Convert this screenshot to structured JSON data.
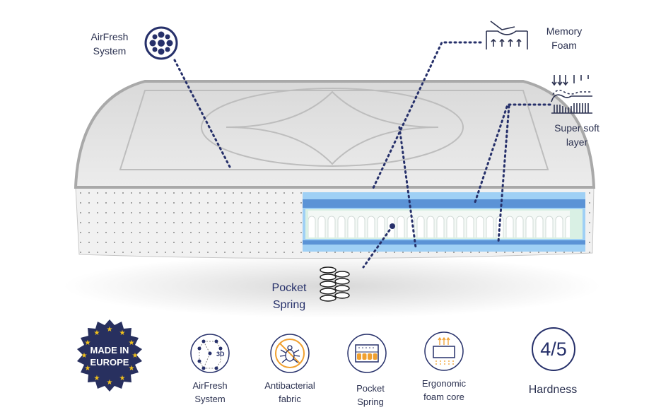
{
  "callouts": {
    "airfresh": {
      "line1": "AirFresh",
      "line2": "System",
      "icon": "airfresh-icon"
    },
    "memory_foam": {
      "line1": "Memory",
      "line2": "Foam",
      "icon": "memory-foam-icon"
    },
    "super_soft": {
      "line1": "Super soft",
      "line2": "layer",
      "icon": "super-soft-layer-icon"
    },
    "pocket_spring": {
      "line1": "Pocket",
      "line2": "Spring",
      "icon": "pocket-spring-coils-icon"
    }
  },
  "badge": {
    "line1": "MADE IN",
    "line2": "EUROPE",
    "color": "#28305f",
    "star_color": "#f2c21b"
  },
  "features": [
    {
      "line1": "AirFresh",
      "line2": "System",
      "icon": "airfresh-3d-icon",
      "icon_text": "3D"
    },
    {
      "line1": "Antibacterial",
      "line2": "fabric",
      "icon": "antibacterial-icon"
    },
    {
      "line1": "Pocket",
      "line2": "Spring",
      "icon": "pocket-spring-icon"
    },
    {
      "line1": "Ergonomic",
      "line2": "foam core",
      "icon": "ergonomic-foam-icon"
    }
  ],
  "hardness": {
    "value": "4/5",
    "label": "Hardness"
  },
  "colors": {
    "navy": "#26306a",
    "accent_orange": "#f0a030",
    "foam_blue": "#5b93d6",
    "light_blue": "#9fd0f5"
  }
}
